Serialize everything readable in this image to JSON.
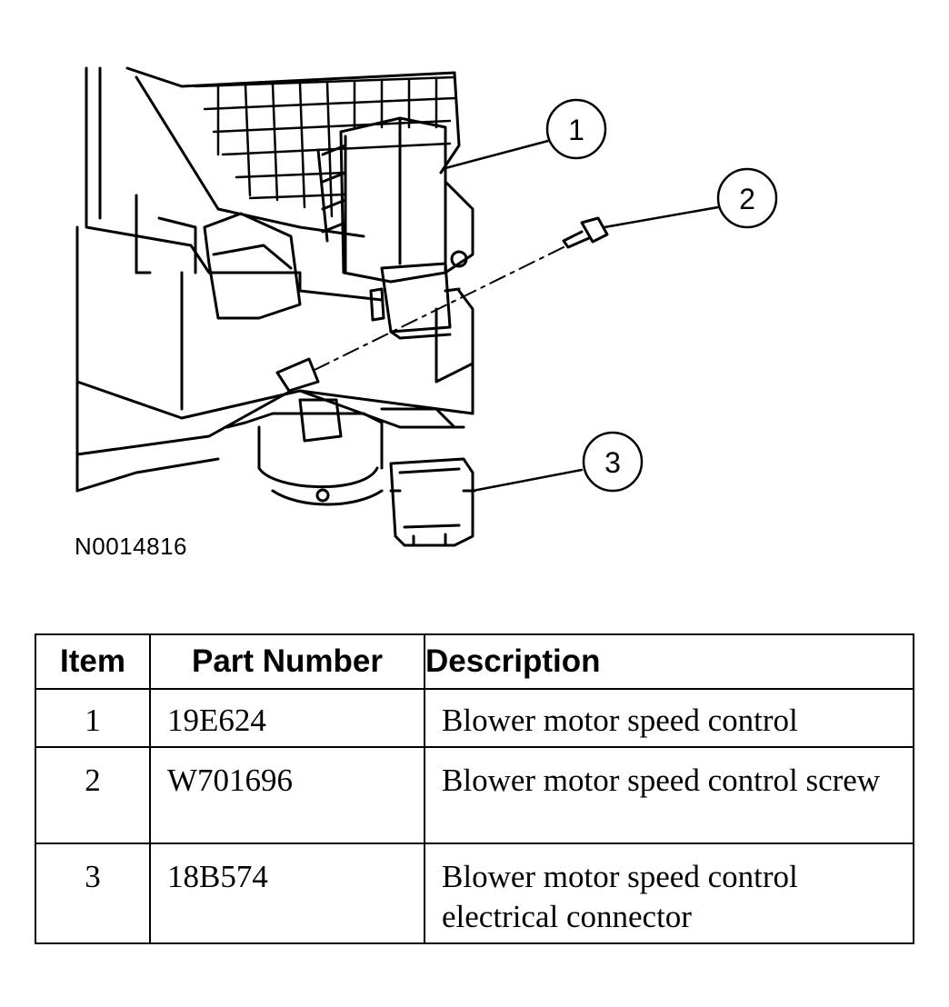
{
  "figure": {
    "id": "N0014816",
    "callouts": [
      "1",
      "2",
      "3"
    ]
  },
  "table": {
    "headers": {
      "item": "Item",
      "part_number": "Part Number",
      "description": "Description"
    },
    "rows": [
      {
        "item": "1",
        "part_number": "19E624",
        "description": "Blower motor speed control"
      },
      {
        "item": "2",
        "part_number": "W701696",
        "description": "Blower motor speed control screw"
      },
      {
        "item": "3",
        "part_number": "18B574",
        "description": "Blower motor speed control electrical connector"
      }
    ]
  }
}
